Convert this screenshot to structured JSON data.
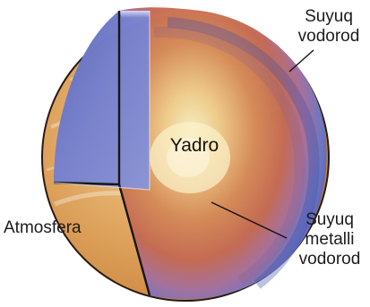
{
  "labels": {
    "core": "Yadro",
    "atmosphere": "Atmosfera",
    "liquid_hydrogen": [
      "Suyuq",
      "vodorod"
    ],
    "liquid_metallic_hydrogen": [
      "Suyuq",
      "metalli",
      "vodorod"
    ]
  },
  "colors": {
    "core": "#f6e7b4",
    "metallic_hydrogen": "#c96f4a",
    "liquid_hydrogen": "#6a73c4",
    "atmosphere": "#e5a75c",
    "outline": "#171717"
  }
}
